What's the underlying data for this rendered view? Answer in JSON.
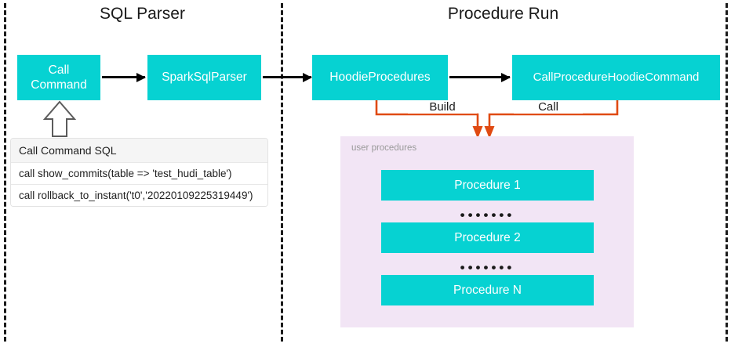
{
  "diagram": {
    "title_left": "SQL Parser",
    "title_right": "Procedure Run",
    "colors": {
      "box_fill": "#06d2d2",
      "box_text": "#ffffff",
      "panel_fill": "#f2e5f5",
      "connector_orange": "#e04a12",
      "connector_black": "#000000",
      "divider": "#1a1a1a"
    },
    "nodes": {
      "call_command": "Call\nCommand",
      "call_command_line1": "Call",
      "call_command_line2": "Command",
      "spark_sql_parser": "SparkSqlParser",
      "hoodie_procedures": "HoodieProcedures",
      "call_procedure_hoodie_command": "CallProcedureHoodieCommand"
    },
    "edge_labels": {
      "build": "Build",
      "call": "Call"
    },
    "sql_table": {
      "header": "Call Command SQL",
      "rows": [
        "call show_commits(table => 'test_hudi_table')",
        "call rollback_to_instant('t0','20220109225319449')"
      ]
    },
    "user_procedures": {
      "label": "user procedures",
      "items": [
        "Procedure 1",
        "Procedure 2",
        "Procedure N"
      ],
      "ellipsis": "•••••••"
    }
  }
}
